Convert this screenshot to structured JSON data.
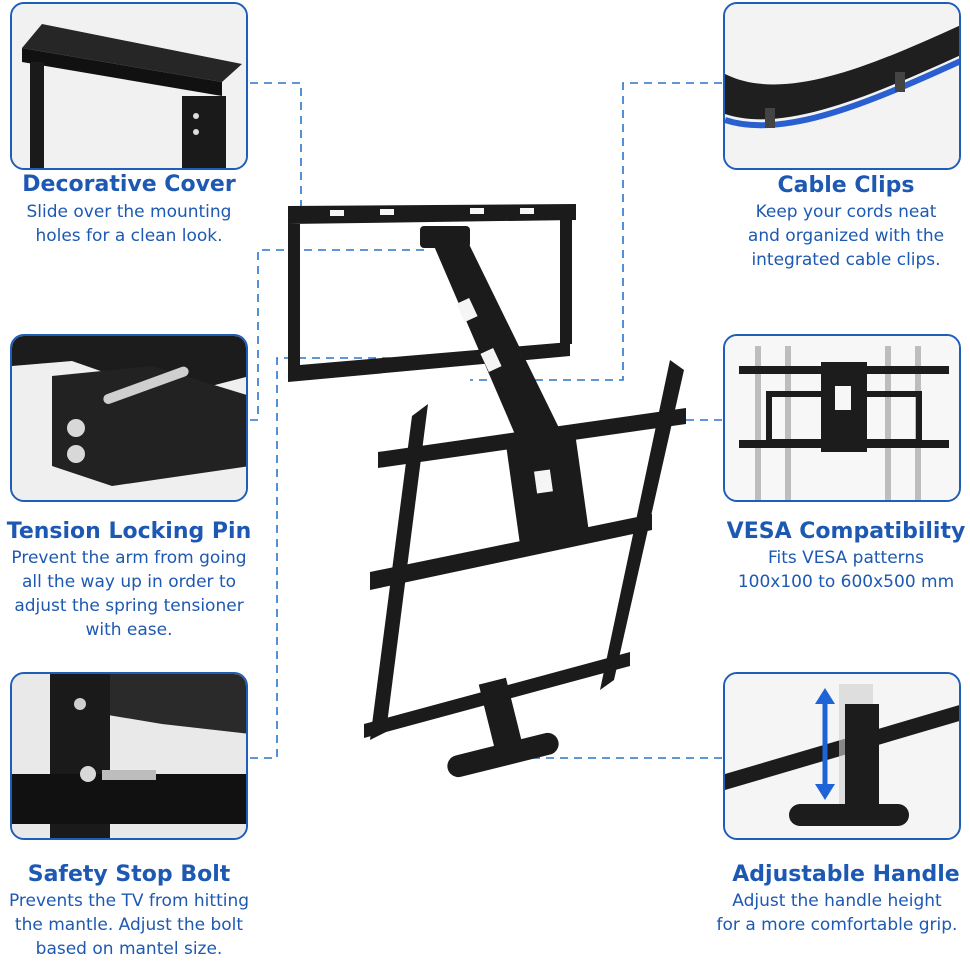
{
  "features": {
    "decorative_cover": {
      "icon": "decorative-cover-photo",
      "title": "Decorative Cover",
      "lines": [
        "Slide over the mounting",
        "holes for a clean look."
      ]
    },
    "tension_locking_pin": {
      "icon": "tension-locking-pin-photo",
      "title": "Tension Locking Pin",
      "lines": [
        "Prevent the arm from going",
        "all the way up in order to",
        "adjust the spring tensioner",
        "with ease."
      ]
    },
    "safety_stop_bolt": {
      "icon": "safety-stop-bolt-photo",
      "title": "Safety Stop Bolt",
      "lines": [
        "Prevents the TV from hitting",
        "the mantle. Adjust the bolt",
        "based on mantel size."
      ]
    },
    "cable_clips": {
      "icon": "cable-clips-photo",
      "title": "Cable Clips",
      "lines": [
        "Keep your cords neat",
        "and organized with the",
        "integrated cable clips."
      ]
    },
    "vesa_compatibility": {
      "icon": "vesa-pattern-photo",
      "title": "VESA Compatibility",
      "lines": [
        "Fits VESA patterns",
        "100x100 to 600x500 mm"
      ]
    },
    "adjustable_handle": {
      "icon": "adjustable-handle-photo",
      "title": "Adjustable Handle",
      "lines": [
        "Adjust the handle height",
        "for a more comfortable grip."
      ]
    }
  },
  "colors": {
    "accent": "#1d59b2",
    "leader_line": "#2a74c9",
    "metal": "#1b1b1b"
  }
}
